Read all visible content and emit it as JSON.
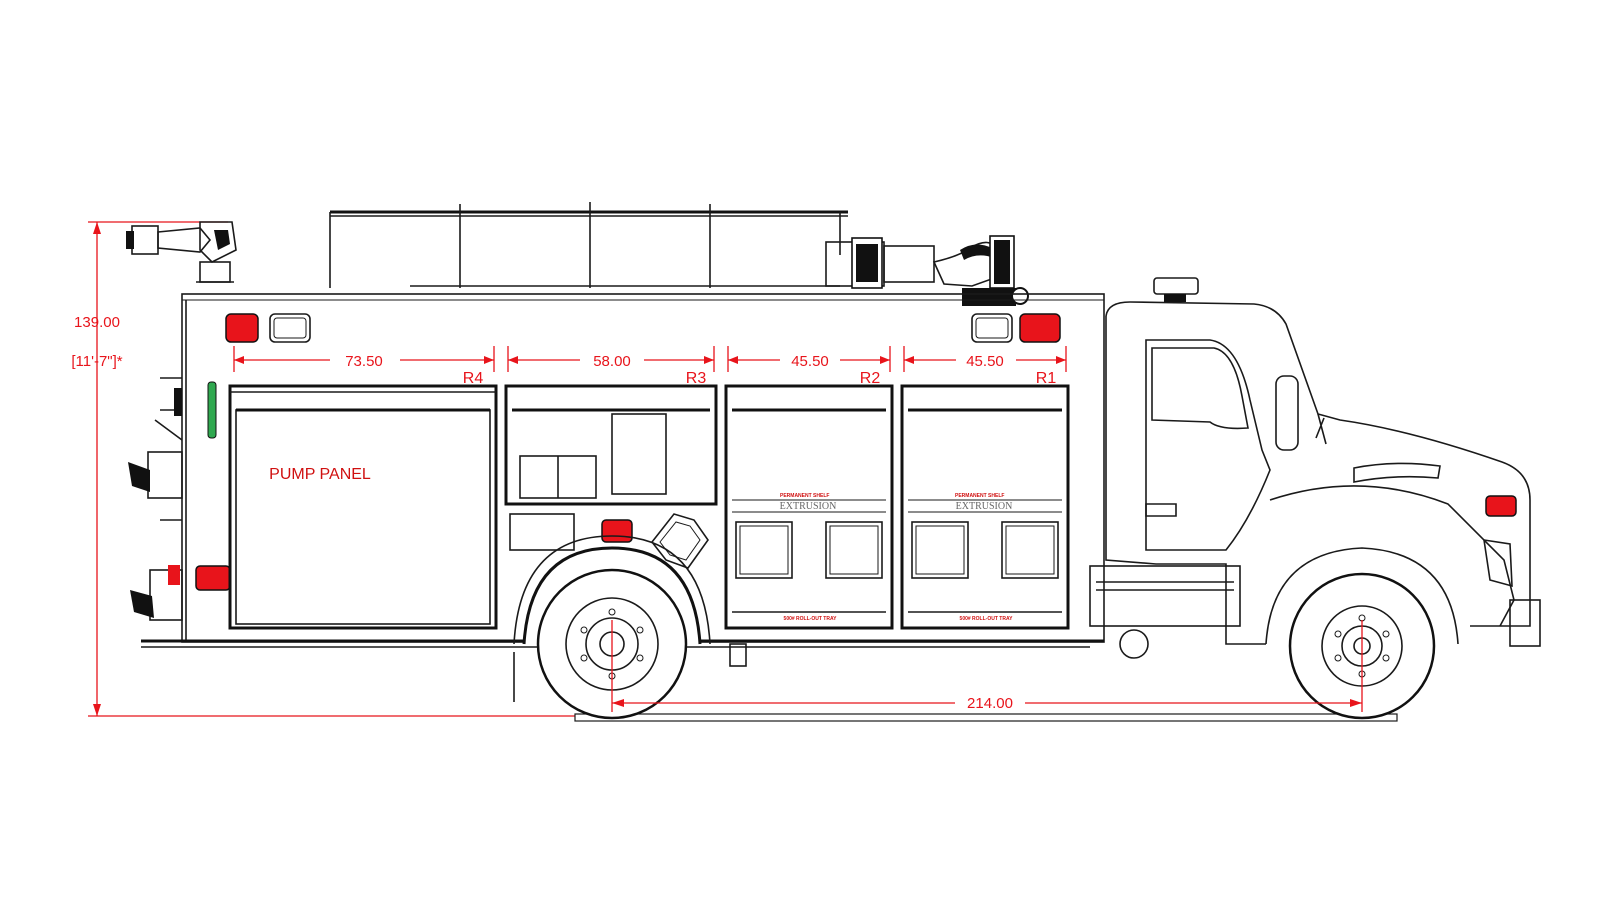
{
  "dimensions": {
    "overall_height": "139.00",
    "overall_height_ft": "[11'-7\"]*",
    "wheelbase": "214.00"
  },
  "compartments": [
    {
      "id": "R4",
      "width": "73.50",
      "label": "PUMP PANEL"
    },
    {
      "id": "R3",
      "width": "58.00"
    },
    {
      "id": "R2",
      "width": "45.50",
      "shelf": "PERMANENT SHELF",
      "extrusion": "EXTRUSION",
      "tray": "500# ROLL-OUT TRAY"
    },
    {
      "id": "R1",
      "width": "45.50",
      "shelf": "PERMANENT SHELF",
      "extrusion": "EXTRUSION",
      "tray": "500# ROLL-OUT TRAY"
    }
  ],
  "colors": {
    "dimension": "#e8141b",
    "linework": "#1a1a1a",
    "marker_light": "#e8141b",
    "indicator": "#2fa84f",
    "background": "#ffffff"
  }
}
